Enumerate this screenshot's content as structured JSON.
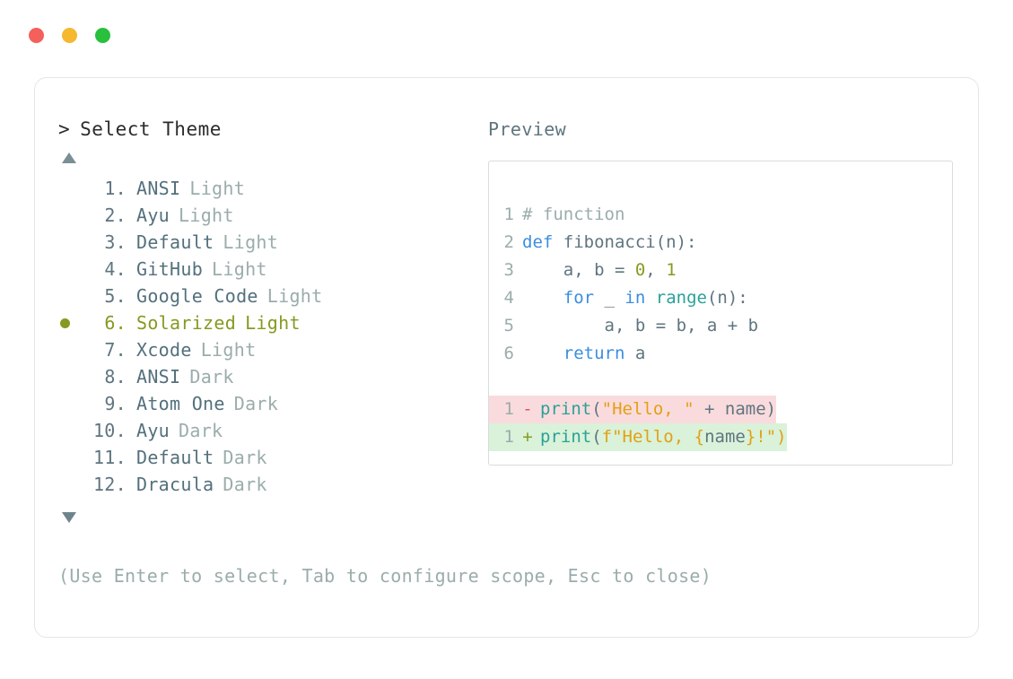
{
  "window": {
    "dots": [
      {
        "name": "close",
        "color": "#f4605c"
      },
      {
        "name": "minimize",
        "color": "#f5b82e"
      },
      {
        "name": "maximize",
        "color": "#29c03e"
      }
    ]
  },
  "left": {
    "prompt_caret": ">",
    "prompt_title": "Select Theme",
    "scroll_up_icon": "triangle-up-icon",
    "scroll_down_icon": "triangle-down-icon",
    "selected_index": 6,
    "selected_color": "#879a20",
    "items": [
      {
        "num": "1.",
        "name": "ANSI",
        "variant": "Light",
        "selected": false
      },
      {
        "num": "2.",
        "name": "Ayu",
        "variant": "Light",
        "selected": false
      },
      {
        "num": "3.",
        "name": "Default",
        "variant": "Light",
        "selected": false
      },
      {
        "num": "4.",
        "name": "GitHub",
        "variant": "Light",
        "selected": false
      },
      {
        "num": "5.",
        "name": "Google Code",
        "variant": "Light",
        "selected": false
      },
      {
        "num": "6.",
        "name": "Solarized",
        "variant": "Light",
        "selected": true
      },
      {
        "num": "7.",
        "name": "Xcode",
        "variant": "Light",
        "selected": false
      },
      {
        "num": "8.",
        "name": "ANSI",
        "variant": "Dark",
        "selected": false
      },
      {
        "num": "9.",
        "name": "Atom One",
        "variant": "Dark",
        "selected": false
      },
      {
        "num": "10.",
        "name": "Ayu",
        "variant": "Dark",
        "selected": false
      },
      {
        "num": "11.",
        "name": "Default",
        "variant": "Dark",
        "selected": false
      },
      {
        "num": "12.",
        "name": "Dracula",
        "variant": "Dark",
        "selected": false
      }
    ]
  },
  "footer": {
    "hint": "(Use Enter to select, Tab to configure scope, Esc to close)"
  },
  "right": {
    "preview_label": "Preview",
    "code_lines": [
      {
        "ln": "1",
        "tokens": [
          {
            "t": "# function",
            "c": "com"
          }
        ]
      },
      {
        "ln": "2",
        "tokens": [
          {
            "t": "def",
            "c": "kw"
          },
          {
            "t": " fibonacci(n):",
            "c": "plain"
          }
        ]
      },
      {
        "ln": "3",
        "tokens": [
          {
            "t": "    a, b = ",
            "c": "plain"
          },
          {
            "t": "0",
            "c": "num"
          },
          {
            "t": ", ",
            "c": "plain"
          },
          {
            "t": "1",
            "c": "num"
          }
        ]
      },
      {
        "ln": "4",
        "tokens": [
          {
            "t": "    ",
            "c": "plain"
          },
          {
            "t": "for",
            "c": "kw"
          },
          {
            "t": " _ ",
            "c": "plain"
          },
          {
            "t": "in",
            "c": "kw"
          },
          {
            "t": " ",
            "c": "plain"
          },
          {
            "t": "range",
            "c": "fn"
          },
          {
            "t": "(n):",
            "c": "plain"
          }
        ]
      },
      {
        "ln": "5",
        "tokens": [
          {
            "t": "        a, b = b, a + b",
            "c": "plain"
          }
        ]
      },
      {
        "ln": "6",
        "tokens": [
          {
            "t": "    ",
            "c": "plain"
          },
          {
            "t": "return",
            "c": "kw"
          },
          {
            "t": " a",
            "c": "plain"
          }
        ]
      }
    ],
    "diff_lines": [
      {
        "ln": "1",
        "mark": "-",
        "kind": "minus",
        "tokens": [
          {
            "t": "print",
            "c": "fn"
          },
          {
            "t": "(",
            "c": "plain"
          },
          {
            "t": "\"Hello, \"",
            "c": "str"
          },
          {
            "t": " + name)",
            "c": "plain"
          }
        ]
      },
      {
        "ln": "1",
        "mark": "+",
        "kind": "plus",
        "tokens": [
          {
            "t": "print",
            "c": "fn"
          },
          {
            "t": "(",
            "c": "plain"
          },
          {
            "t": "f\"Hello, ",
            "c": "str"
          },
          {
            "t": "{",
            "c": "str"
          },
          {
            "t": "name",
            "c": "plain"
          },
          {
            "t": "}",
            "c": "str"
          },
          {
            "t": "!\")",
            "c": "str"
          }
        ]
      }
    ],
    "syntax_colors": {
      "keyword": "#3b8ede",
      "function": "#2aa198",
      "number": "#879a20",
      "string": "#e3a014",
      "comment": "#9bacac",
      "plain": "#5f7580",
      "diff_add_bg": "#d9f2d9",
      "diff_del_bg": "#fadbdd"
    }
  }
}
